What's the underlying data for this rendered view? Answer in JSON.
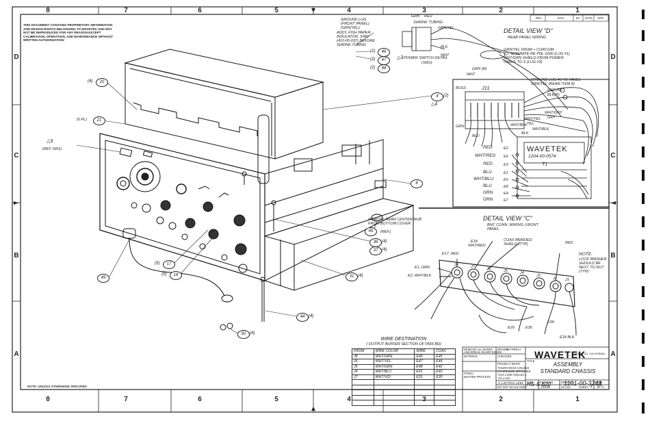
{
  "zones": {
    "columns_top": [
      "8",
      "7",
      "6",
      "5",
      "4",
      "3",
      "2",
      "1"
    ],
    "columns_bottom": [
      "8",
      "7",
      "6",
      "5",
      "4",
      "3",
      "2",
      "1"
    ],
    "rows_left": [
      "D",
      "C",
      "B",
      "A"
    ],
    "rows_right": [
      "D",
      "C",
      "B",
      "A"
    ]
  },
  "proprietary_note": "THIS DOCUMENT CONTAINS PROPRIETARY INFORMATION AND DESIGN RIGHTS BELONGING TO WAVETEK AND MAY NOT BE REPRODUCED FOR ANY REASON EXCEPT CALIBRATION, OPERATION, AND MAINTENANCE WITHOUT WRITTEN AUTHORIZATION",
  "bottom_note": "NOTE: UNLESS OTHERWISE SPECIFIED",
  "callouts": {
    "ground_lug": [
      "GROUND LUG",
      "(FRONT PANEL)",
      "(GRN/YEL)"
    ],
    "fish_paper": [
      "ADD'L FISH PAPER",
      "INSULATOR. 3/4W",
      "(410-00-037) BEFORE",
      "SHRINK TUBING"
    ],
    "shrink_tubing": "SHRINK TUBING",
    "grn_yel_top": "GRN/YEL",
    "grn": "GRN",
    "red": "RED",
    "blk": "BLK",
    "wht": "WHT",
    "power_switch": [
      "POWER SWITCH DETAIL",
      "(SW1)"
    ],
    "ref_sw1": "(REF SW1)",
    "remove_rear": [
      "REMOVE REAR CENTER NUB",
      "FROM BOTTOM COVER"
    ],
    "ref": "(REF.)",
    "six_pl": "(6 PL)"
  },
  "balloons": {
    "b20": "20",
    "b21": "21",
    "b4": "4",
    "b46": "46",
    "b47": "47",
    "b48": "48",
    "b8": "8",
    "b49a": "49",
    "b49b": "49",
    "b36": "36",
    "b37": "37",
    "b17": "17",
    "b18": "18",
    "b31": "31",
    "b44": "44",
    "b50": "50"
  },
  "qtys": {
    "q20": "(4)",
    "q4": "(2)",
    "q46": "(2)",
    "q47": "(2)",
    "q48": "(2)",
    "q36": "(4)",
    "q37": "(4)",
    "q17": "(5)",
    "q18": "(5)",
    "q31": "(4)",
    "q44": "(4)",
    "q50": "(4)"
  },
  "detail_d": {
    "title": "DETAIL VIEW \"D\"",
    "subtitle": "REAR PANEL WIRING",
    "note1": [
      "GRN/YEL FROM + CORCOM",
      "TO SEPARATE RE PNL GND (LUG #1)",
      "WHT/GRN SHIELD FROM POWER",
      "CABLE TO S (LUG #3)"
    ],
    "note2": [
      "GROUND LUG #3 TO PANEL",
      "GRN/YEL (REAR ITEM 8)"
    ],
    "red_r": "RED (R)",
    "blk_p": "BLK(P)",
    "buss": "BUSS",
    "j11": "J11",
    "grn_r": "GRN (R)",
    "wht": "WHT",
    "grn": "GRN",
    "blu": "BLU",
    "wht_gry": "WHT/GRY",
    "gry": "GRY",
    "wht_yel": "WHT/YEL",
    "yel": "YEL",
    "wht_blk": "WHT/BLK",
    "wht_blk2": "WHT/BLK",
    "blk": "BLK",
    "red_wires": [
      "RED",
      "WHT/RED",
      "RED",
      "BLU",
      "WHT/BLU",
      "BLU",
      "GRN",
      "GRN"
    ],
    "pins": [
      "E2",
      "E6",
      "E3",
      "E1",
      "E5",
      "E8",
      "E4",
      "E7"
    ],
    "transformer": {
      "brand": "WAVETEK",
      "part": "1204-00-0574",
      "ref": "T1"
    }
  },
  "detail_c": {
    "title": "DETAIL VIEW \"C\"",
    "subtitle": [
      "BNC CONN. WIRING, FRONT",
      "PANEL"
    ],
    "e17": "E17, RED",
    "e18": [
      "E18",
      "WHT/RED"
    ],
    "coax": [
      "COAX BRAIDED",
      "SHIELD (TYP)"
    ],
    "red": "RED",
    "e1": "E1, GRN",
    "e2": "E2, WHT/BLK",
    "note": [
      "NOTE:",
      "LOCK WASHER",
      "SHOULD BE",
      "NEXT TO NUT",
      "(TYP)"
    ],
    "jacks": [
      "J8",
      "J7",
      "J6",
      "J5",
      "J4",
      "J3",
      "J2",
      "J1"
    ],
    "e29": "E29",
    "e35": "E35",
    "e39": "E39",
    "e18_blk": "E18 BLK"
  },
  "wire_destination": {
    "title": "WIRE DESTINATION",
    "subtitle": "( OUTPUT BUFFER SECTION OF 0565 BD)",
    "headers": [
      "FROM",
      "WIRE COLOR",
      "WIRE",
      "COAX"
    ],
    "rows": [
      [
        "J8",
        "WHT/GRN",
        "E46",
        "E45"
      ],
      [
        "J6",
        "WHT/YEL",
        "E47",
        "E44"
      ],
      [
        "J5",
        "WHT/GRN",
        "E48",
        "E42"
      ],
      [
        "J4",
        "WHT/BLU",
        "E41",
        "E40"
      ],
      [
        "J7",
        "WHT/VIO",
        "E31",
        "E30"
      ]
    ],
    "blank_rows": 5
  },
  "title_block": {
    "cells": {
      "remove_burrs": [
        "REMOVE ALL BURRS",
        "AND BREAK SHARP EDGES"
      ],
      "drawn": "DRAWN",
      "drawn_by": "M.F.PERLA",
      "checked": "CHECKED",
      "material": "MATERIAL",
      "project_engr": "PROJECT ENGR.",
      "tolerances": [
        "TOLERANCES UNLESS",
        "OTHERWISE SPECIFIED",
        ".XXX ±.005  ANGLES ±",
        ".XX ±.010",
        ".X ±.03  FRAC ±1/64"
      ],
      "finish": "FINISH",
      "mfg_process": "MASTER PROCESS",
      "do_not_scale": "DO NOT SCALE DWG",
      "size": "SIZE",
      "code_ident": "FSCM NO.",
      "dwg_no_label": "DWG NO.",
      "rev_label": "REV",
      "scale": "SCALE",
      "sheet_label": "SHEET",
      "rev_hdr": [
        "REV",
        "ECN",
        "BY",
        "DATE",
        "APR"
      ]
    },
    "brand": "WAVETEK",
    "brand_sub": "SAN DIEGO, CALIFORNIA",
    "title": [
      "ASSEMBLY",
      "STANDARD CHASSIS"
    ],
    "size_value": "HS-S-620",
    "dwg_no": "1101-00-3243",
    "rev": "A",
    "code": "23338",
    "sheet": "3",
    "sheet_of": "OF 3"
  }
}
